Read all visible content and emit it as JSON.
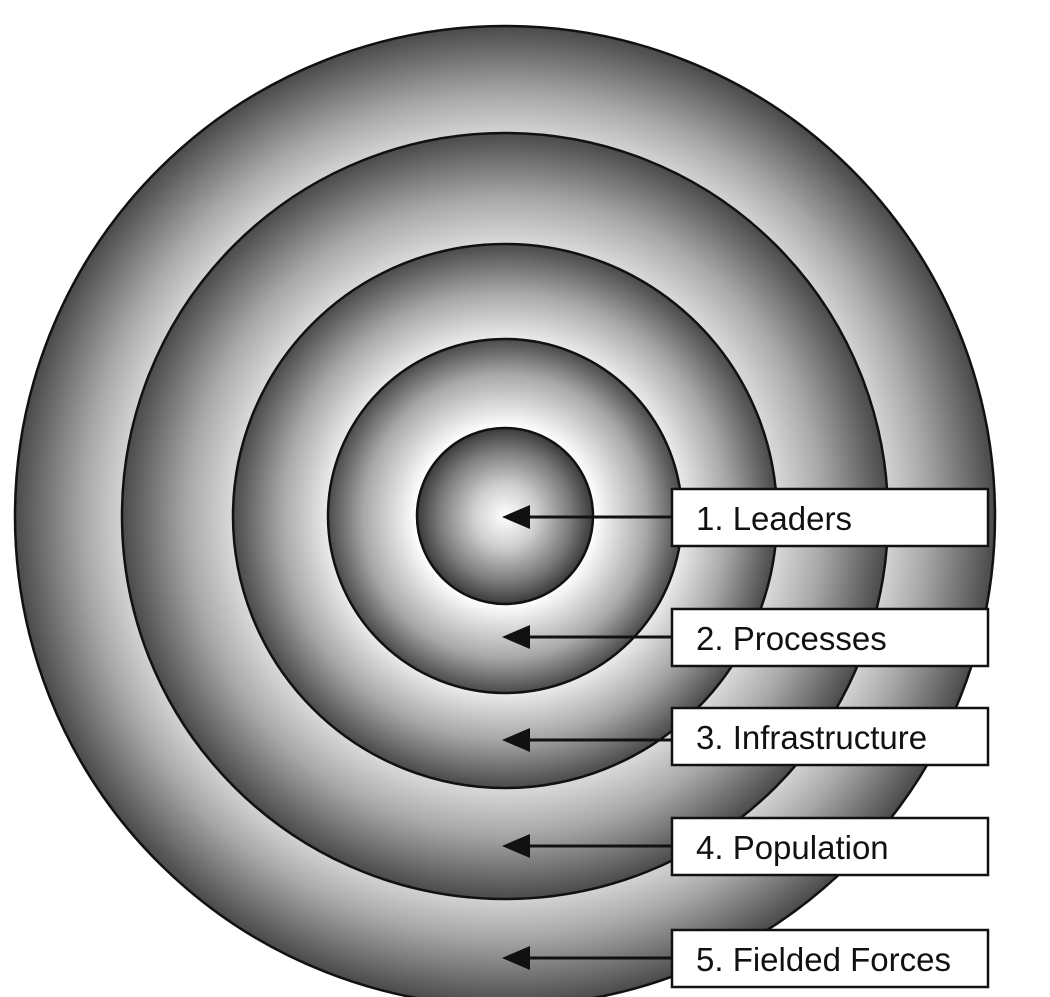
{
  "rings": [
    {
      "id": "ring-5",
      "label": "5. Fielded Forces"
    },
    {
      "id": "ring-4",
      "label": "4. Population"
    },
    {
      "id": "ring-3",
      "label": "3. Infrastructure"
    },
    {
      "id": "ring-2",
      "label": "2. Processes"
    },
    {
      "id": "ring-1",
      "label": "1. Leaders"
    }
  ],
  "colors": {
    "ring_edge": "#4a4a4a",
    "ring_mid": "#9a9a9a",
    "ring_light": "#ffffff",
    "stroke": "#111111"
  }
}
